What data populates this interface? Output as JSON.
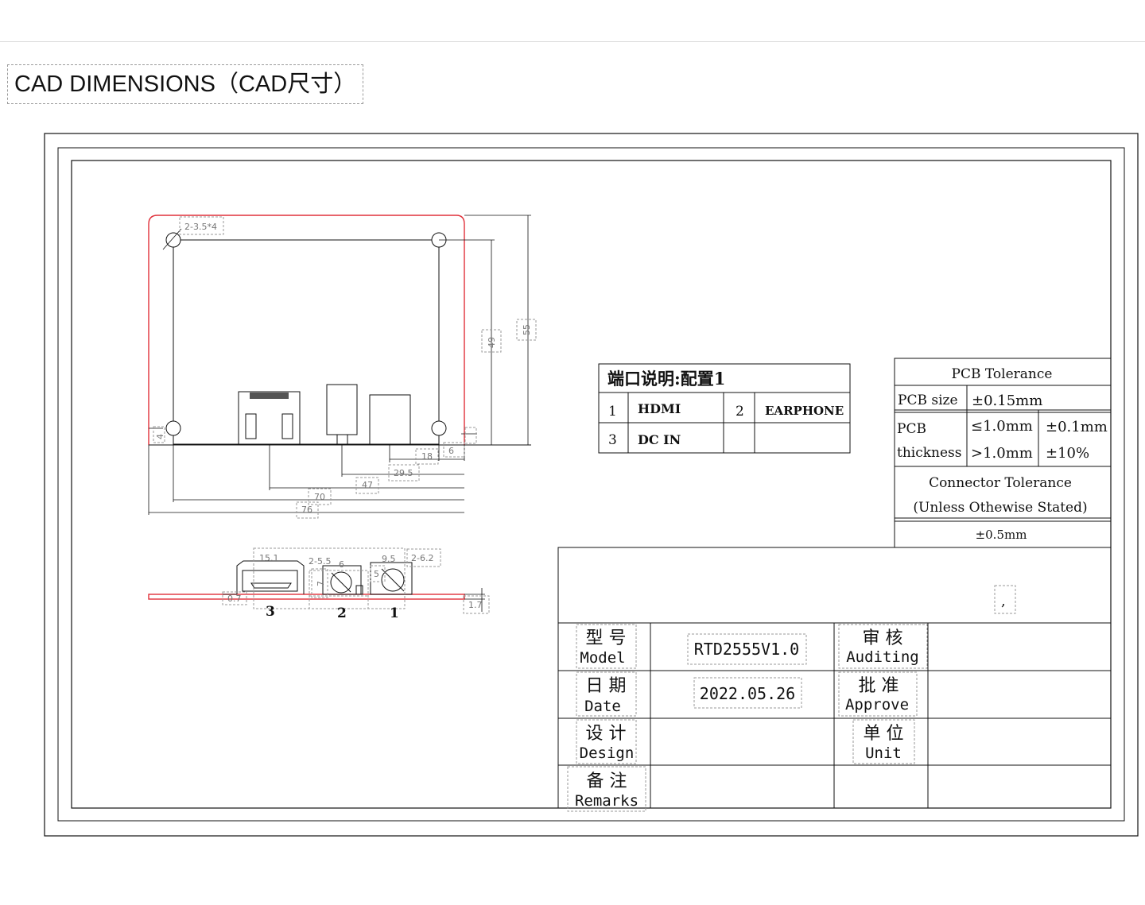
{
  "page": {
    "heading": "CAD DIMENSIONS（CAD尺寸）"
  },
  "board": {
    "hole_label": "2-3.5*4",
    "dims": {
      "height_outer": "55",
      "height_inner": "49",
      "d_4": "4",
      "d_6": "6",
      "d_18": "18",
      "d_29_5": "29.5",
      "d_47": "47",
      "d_70": "70",
      "d_76": "76"
    }
  },
  "side_view": {
    "dims": {
      "d_15_1": "15.1",
      "d_2_5_5": "2-5.5",
      "d_6": "6",
      "d_9_5": "9.5",
      "d_2_6_2": "2-6.2",
      "d_7": "7",
      "d_5": "5",
      "d_0_7": "0.7",
      "d_1_7": "1.7"
    },
    "labels": [
      "3",
      "2",
      "1"
    ]
  },
  "port_table": {
    "title": "端口说明:配置1",
    "rows": [
      {
        "n1": "1",
        "v1": "HDMI",
        "n2": "2",
        "v2": "EARPHONE"
      },
      {
        "n1": "3",
        "v1": "DC IN",
        "n2": "",
        "v2": ""
      }
    ]
  },
  "tolerance": {
    "title": "PCB Tolerance",
    "size_label": "PCB size",
    "size_value": "±0.15mm",
    "thickness_label_1": "PCB",
    "thickness_label_2": "thickness",
    "thin_cond": "≤1.0mm",
    "thin_value": "±0.1mm",
    "thick_cond": ">1.0mm",
    "thick_value": "±10%",
    "connector_title_1": "Connector Tolerance",
    "connector_title_2": "(Unless Othewise Stated)",
    "connector_value": "±0.5mm"
  },
  "title_block": {
    "note": ",",
    "model_cn": "型 号",
    "model_en": "Model",
    "model_value": "RTD2555V1.0",
    "auditing_cn": "审 核",
    "auditing_en": "Auditing",
    "date_cn": "日 期",
    "date_en": "Date",
    "date_value": "2022.05.26",
    "approve_cn": "批 准",
    "approve_en": "Approve",
    "design_cn": "设 计",
    "design_en": "Design",
    "unit_cn": "单 位",
    "unit_en": "Unit",
    "remarks_cn": "备 注",
    "remarks_en": "Remarks"
  },
  "colors": {
    "board_outline": "#e0303a",
    "ink": "#111111",
    "dim_box": "#9a9a9a"
  }
}
